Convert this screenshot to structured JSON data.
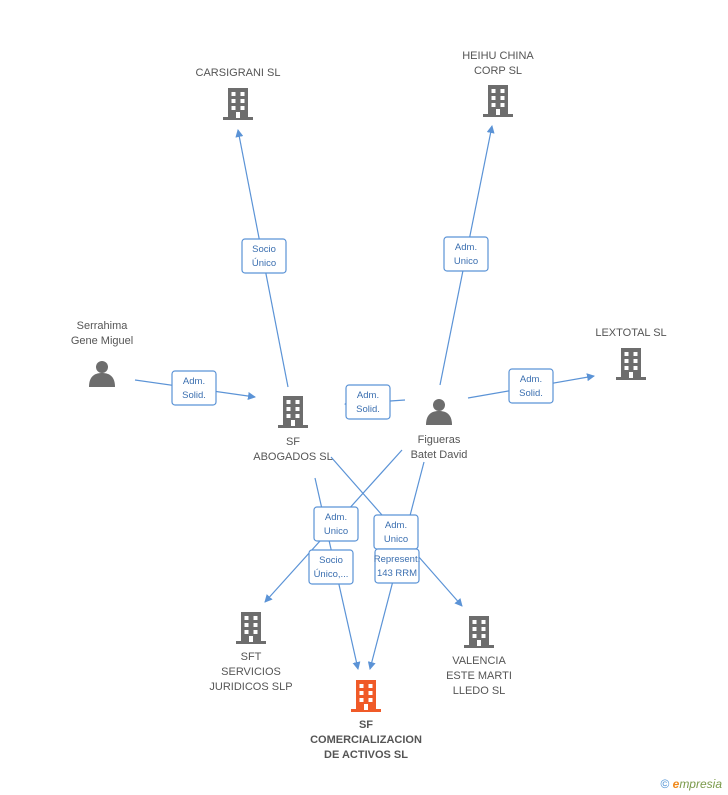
{
  "colors": {
    "edge": "#5b93d6",
    "company": "#6d6d6d",
    "main_company": "#f05a28",
    "person": "#6d6d6d"
  },
  "nodes": [
    {
      "id": "carsigrani",
      "type": "company",
      "label": [
        "CARSIGRANI SL"
      ]
    },
    {
      "id": "heihu",
      "type": "company",
      "label": [
        "HEIHU CHINA",
        "CORP SL"
      ]
    },
    {
      "id": "serrahima",
      "type": "person",
      "label": [
        "Serrahima",
        "Gene Miguel"
      ]
    },
    {
      "id": "lextotal",
      "type": "company",
      "label": [
        "LEXTOTAL SL"
      ]
    },
    {
      "id": "sfabogados",
      "type": "company",
      "label": [
        "SF",
        "ABOGADOS SL"
      ]
    },
    {
      "id": "figueras",
      "type": "person",
      "label": [
        "Figueras",
        "Batet David"
      ]
    },
    {
      "id": "sft",
      "type": "company",
      "label": [
        "SFT",
        "SERVICIOS",
        "JURIDICOS SLP"
      ]
    },
    {
      "id": "valencia",
      "type": "company",
      "label": [
        "VALENCIA",
        "ESTE MARTI",
        "LLEDO SL"
      ]
    },
    {
      "id": "sfcom",
      "type": "main",
      "label": [
        "SF",
        "COMERCIALIZACION",
        "DE ACTIVOS SL"
      ]
    }
  ],
  "edges": [
    {
      "id": "e1",
      "label": [
        "Socio",
        "Único"
      ]
    },
    {
      "id": "e2",
      "label": [
        "Adm.",
        "Unico"
      ]
    },
    {
      "id": "e3",
      "label": [
        "Adm.",
        "Solid."
      ]
    },
    {
      "id": "e4",
      "label": [
        "Adm.",
        "Solid."
      ]
    },
    {
      "id": "e5",
      "label": [
        "Adm.",
        "Solid."
      ]
    },
    {
      "id": "e6",
      "label": [
        "Adm.",
        "Unico"
      ]
    },
    {
      "id": "e7",
      "label": [
        "Adm.",
        "Unico"
      ]
    },
    {
      "id": "e8",
      "label": [
        "Socio",
        "Único,..."
      ]
    },
    {
      "id": "e9",
      "label": [
        "Represent.",
        "143 RRM"
      ]
    }
  ],
  "watermark": {
    "copyright": "©",
    "brand_initial": "e",
    "brand_rest": "mpresia"
  }
}
